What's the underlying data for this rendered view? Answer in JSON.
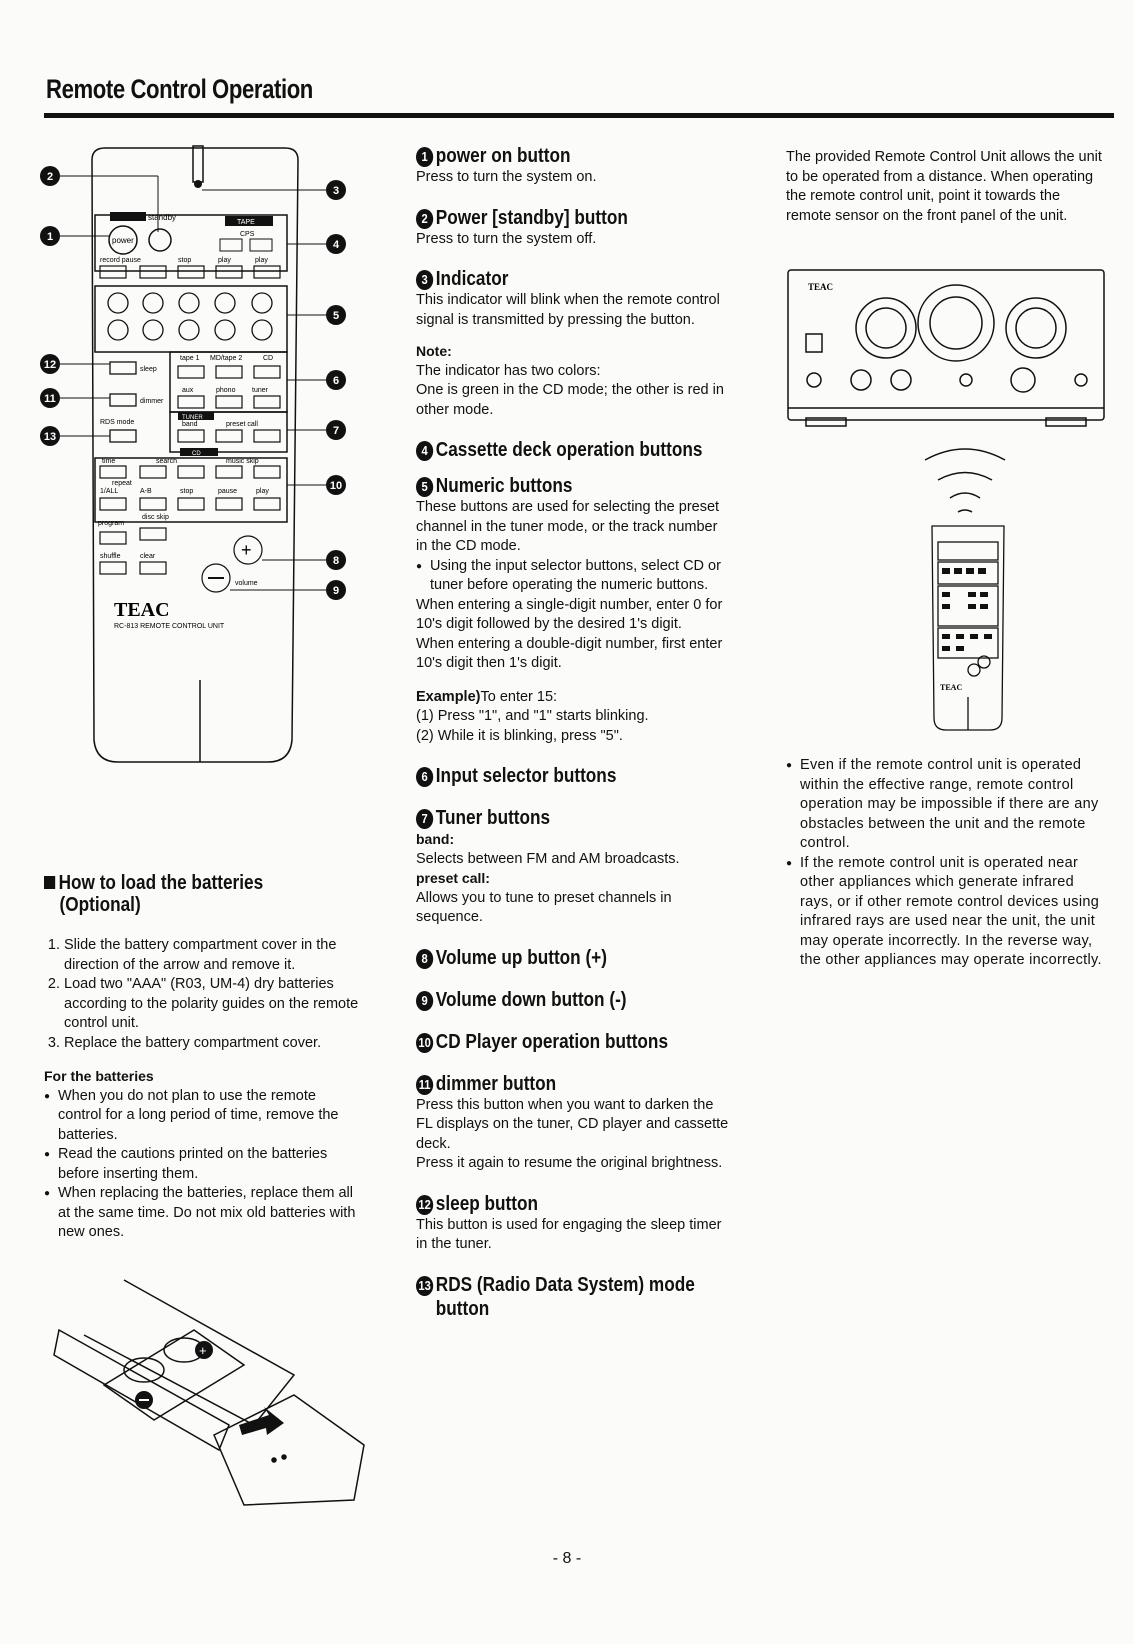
{
  "page": {
    "title": "Remote Control Operation",
    "page_number": "- 8 -"
  },
  "remote_figure": {
    "brand": "TEAC",
    "model": "RC-813 REMOTE CONTROL UNIT",
    "callouts": [
      "1",
      "2",
      "3",
      "4",
      "5",
      "6",
      "7",
      "8",
      "9",
      "10",
      "11",
      "12",
      "13"
    ],
    "labels": {
      "power": "power",
      "standby": "standby",
      "tape": "TAPE",
      "cps": "CPS",
      "record_pause": "record pause",
      "stop": "stop",
      "play1": "play",
      "play2": "play",
      "sleep": "sleep",
      "dimmer": "dimmer",
      "rds_mode": "RDS mode",
      "tape1": "tape 1",
      "md_tape2": "MD/tape 2",
      "cd": "CD",
      "aux": "aux",
      "phono": "phono",
      "tuner": "tuner",
      "tuner_hdr": "TUNER",
      "band": "band",
      "preset_call": "preset call",
      "cd_hdr": "CD",
      "time": "time",
      "search": "search",
      "music_skip": "music skip",
      "repeat": "repeat",
      "all": "1/ALL",
      "ab": "A-B",
      "stop2": "stop",
      "pause": "pause",
      "play3": "play",
      "program": "program",
      "disc_skip": "disc skip",
      "shuffle": "shuffle",
      "clear": "clear",
      "volume": "volume"
    }
  },
  "batteries": {
    "heading": "How to load the batteries (Optional)",
    "heading_line1": "How to load the batteries",
    "heading_line2": "(Optional)",
    "steps": [
      "Slide the battery compartment cover in the direction of the arrow and remove it.",
      "Load two \"AAA\" (R03, UM-4) dry batteries according to the polarity guides on the remote control unit.",
      "Replace the battery compartment cover."
    ],
    "for_heading": "For the batteries",
    "notes": [
      "When you do not plan to use the remote control for a long period of time, remove the batteries.",
      "Read the cautions printed on the batteries before inserting them.",
      "When replacing the batteries, replace them all at the same time. Do not mix old batteries with new ones."
    ]
  },
  "items": [
    {
      "num": "1",
      "title": "power on button",
      "text": "Press to turn the system on."
    },
    {
      "num": "2",
      "title": "Power [standby] button",
      "text": "Press to turn the system off."
    },
    {
      "num": "3",
      "title": "Indicator",
      "text": "This indicator will blink when the remote control signal is transmitted by pressing the button.",
      "note_label": "Note:",
      "note_lines": [
        "The indicator has two colors:",
        "One is green in the CD mode; the other is red in other mode."
      ]
    },
    {
      "num": "4",
      "title": "Cassette deck operation buttons"
    },
    {
      "num": "5",
      "title": "Numeric buttons",
      "text": "These buttons are used for selecting the preset channel in the tuner mode, or the track number in the CD mode.",
      "bullet": "Using the input selector buttons, select CD or tuner before operating the numeric buttons.",
      "text2": "When entering a single-digit number, enter 0 for 10's digit followed by the desired 1's digit.",
      "text3": "When entering a double-digit number, first enter 10's digit then 1's digit.",
      "example_label": "Example)",
      "example_text": "To enter 15:",
      "example_lines": [
        "(1) Press \"1\", and \"1\" starts blinking.",
        "(2) While it is blinking, press \"5\"."
      ]
    },
    {
      "num": "6",
      "title": "Input selector buttons"
    },
    {
      "num": "7",
      "title": "Tuner buttons",
      "sub1": "band:",
      "sub1_text": "Selects between FM and AM broadcasts.",
      "sub2": "preset call:",
      "sub2_text": "Allows you to tune to preset channels in sequence."
    },
    {
      "num": "8",
      "title": "Volume up button (+)"
    },
    {
      "num": "9",
      "title": "Volume down button (-)"
    },
    {
      "num": "10",
      "title": "CD Player operation buttons"
    },
    {
      "num": "11",
      "title": "dimmer button",
      "text": "Press this button when you want to darken the FL displays on the tuner, CD player and cassette deck.",
      "text2": "Press it again to resume the original brightness."
    },
    {
      "num": "12",
      "title": "sleep button",
      "text": "This button is used for engaging the sleep timer in the tuner."
    },
    {
      "num": "13",
      "title": "RDS (Radio Data System) mode",
      "title2": "button"
    }
  ],
  "right": {
    "intro": "The provided Remote Control Unit allows the unit to be operated from a distance. When operating the remote control unit, point it towards the remote sensor on the front panel of the unit.",
    "unit_brand": "TEAC",
    "mini_brand": "TEAC",
    "bullets": [
      "Even if the remote control unit is operated within the effective range, remote control operation may be impossible if there are any obstacles between the unit and the remote control.",
      "If the remote control unit is operated near other appliances which generate infrared rays, or if other remote control devices using infrared rays are used near the unit, the unit may operate incorrectly. In the reverse way, the other appliances may operate incorrectly."
    ]
  }
}
